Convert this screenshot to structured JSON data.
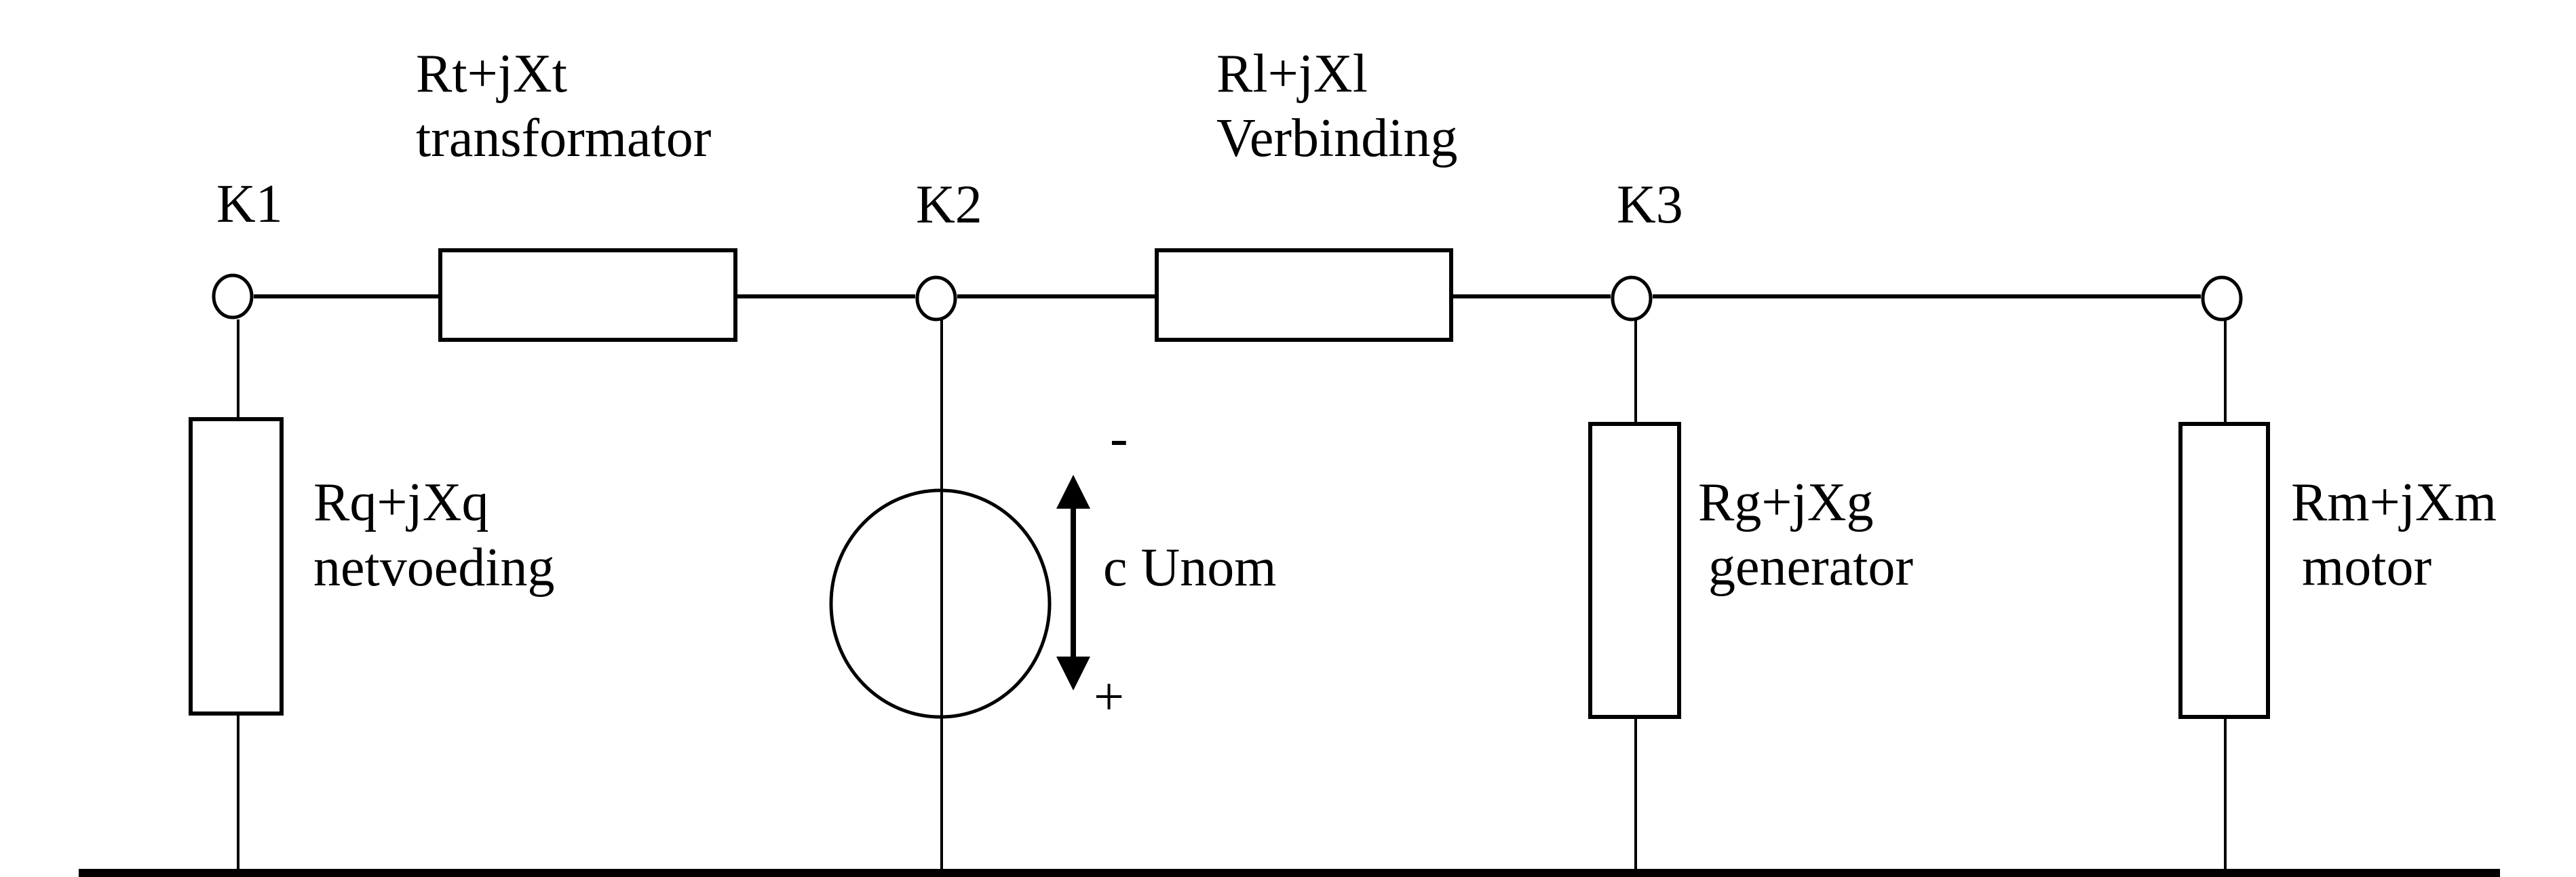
{
  "diagram": {
    "title": "Equivalent circuit for short-circuit calculation",
    "colors": {
      "line": "#000000",
      "background": "#ffffff"
    },
    "nodes": [
      {
        "id": "K1",
        "label": "K1"
      },
      {
        "id": "K2",
        "label": "K2"
      },
      {
        "id": "K3",
        "label": "K3"
      },
      {
        "id": "K4",
        "label": ""
      }
    ],
    "series_impedances": [
      {
        "id": "transformer",
        "formula": "Rt+jXt",
        "name": "transformator",
        "from": "K1",
        "to": "K2"
      },
      {
        "id": "line",
        "formula": "Rl+jXl",
        "name": "Verbinding",
        "from": "K2",
        "to": "K3"
      }
    ],
    "shunt_impedances": [
      {
        "id": "network-feed",
        "formula": "Rq+jXq",
        "name": "netvoeding",
        "node": "K1"
      },
      {
        "id": "generator",
        "formula": "Rg+jXg",
        "name": "generator",
        "node": "K3"
      },
      {
        "id": "motor",
        "formula": "Rm+jXm",
        "name": "motor",
        "node": "K4"
      }
    ],
    "voltage_source": {
      "node": "K2",
      "label": "c Unom",
      "minus_sign": "-",
      "plus_sign": "+"
    },
    "connections": [
      {
        "from": "K3",
        "to": "K4",
        "type": "wire"
      }
    ],
    "reference_bus": "ground"
  }
}
